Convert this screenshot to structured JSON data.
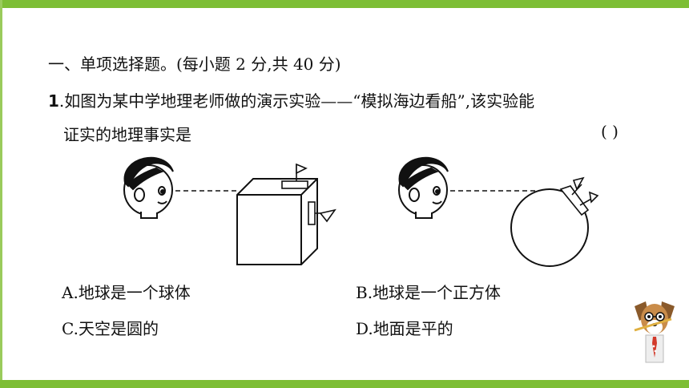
{
  "header": {
    "accent_color": "#7dbe35"
  },
  "section": {
    "title": "一、单项选择题。(每小题 2 分,共 40 分)"
  },
  "question": {
    "number": "1",
    "line1": ".如图为某中学地理老师做的演示实验——“模拟海边看船”,该实验能",
    "line2": "证实的地理事实是",
    "answer_paren": "(      )"
  },
  "options": [
    {
      "label": "A.",
      "text": "地球是一个球体"
    },
    {
      "label": "B.",
      "text": "地球是一个正方体"
    },
    {
      "label": "C.",
      "text": "天空是圆的"
    },
    {
      "label": "D.",
      "text": "地面是平的"
    }
  ],
  "icons": {
    "figure_left": "observer-cube-illustration",
    "figure_right": "observer-sphere-illustration",
    "mascot": "dog-mascot-icon"
  }
}
